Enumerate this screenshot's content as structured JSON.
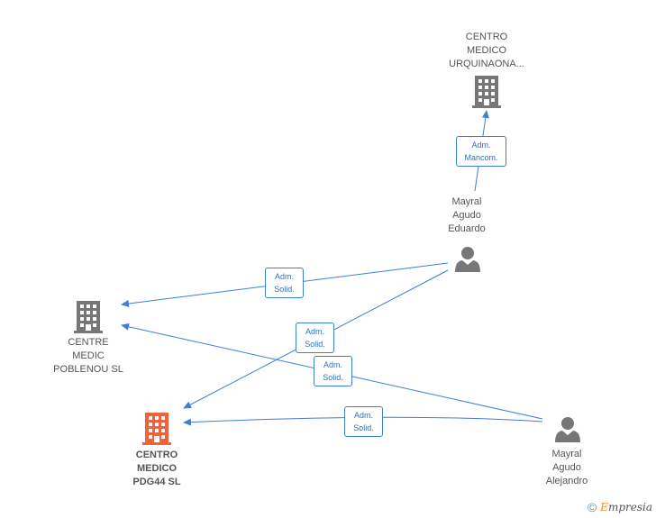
{
  "nodes": {
    "urquinaona": {
      "label": "CENTRO\nMEDICO\nURQUINAONA...",
      "type": "company"
    },
    "poblenou": {
      "label": "CENTRE\nMEDIC\nPOBLENOU SL",
      "type": "company"
    },
    "pdg44": {
      "label": "CENTRO\nMEDICO\nPDG44  SL",
      "type": "company-main"
    },
    "eduardo": {
      "label": "Mayral\nAgudo\nEduardo",
      "type": "person"
    },
    "alejandro": {
      "label": "Mayral\nAgudo\nAlejandro",
      "type": "person"
    }
  },
  "edges": [
    {
      "id": "e1",
      "from": "eduardo",
      "to": "urquinaona",
      "label": "Adm.\nMancom."
    },
    {
      "id": "e2",
      "from": "eduardo",
      "to": "poblenou",
      "label": "Adm.\nSolid."
    },
    {
      "id": "e3",
      "from": "eduardo",
      "to": "pdg44",
      "label": "Adm.\nSolid."
    },
    {
      "id": "e4",
      "from": "alejandro",
      "to": "poblenou",
      "label": "Adm.\nSolid."
    },
    {
      "id": "e5",
      "from": "alejandro",
      "to": "pdg44",
      "label": "Adm.\nSolid."
    }
  ],
  "colors": {
    "edge": "#3f7fd4",
    "company_icon": "#777777",
    "main_icon": "#f0623a",
    "person_icon": "#777777"
  },
  "footer": {
    "copyright": "©",
    "brand_initial": "E",
    "brand_rest": "mpresia"
  }
}
